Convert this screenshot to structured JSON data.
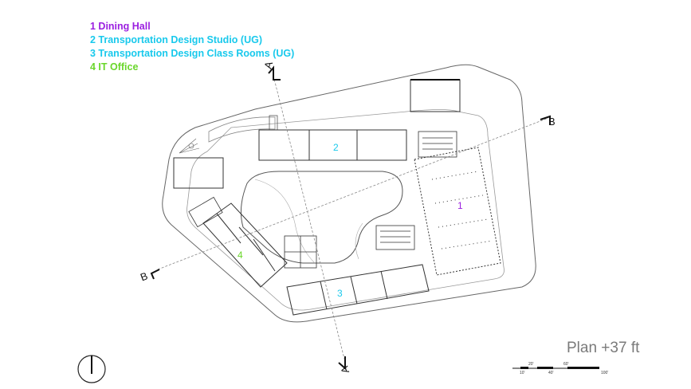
{
  "legend": [
    {
      "text": "1 Dining Hall",
      "color": "#9b1fe0"
    },
    {
      "text": "2 Transportation Design Studio (UG)",
      "color": "#19c9ec"
    },
    {
      "text": "3 Transportation Design Class Rooms (UG)",
      "color": "#19c9ec"
    },
    {
      "text": "4 IT Office",
      "color": "#6ad62b"
    }
  ],
  "room_labels": {
    "r1": "1",
    "r2": "2",
    "r3": "3",
    "r4": "4"
  },
  "section_labels": {
    "a_top": "A",
    "a_bottom": "A",
    "b_right": "B",
    "b_left": "B"
  },
  "plan_title": "Plan +37 ft",
  "scale_bar": {
    "t10": "10'",
    "t20": "20'",
    "t40": "40'",
    "t60": "60'",
    "t100": "100'"
  }
}
